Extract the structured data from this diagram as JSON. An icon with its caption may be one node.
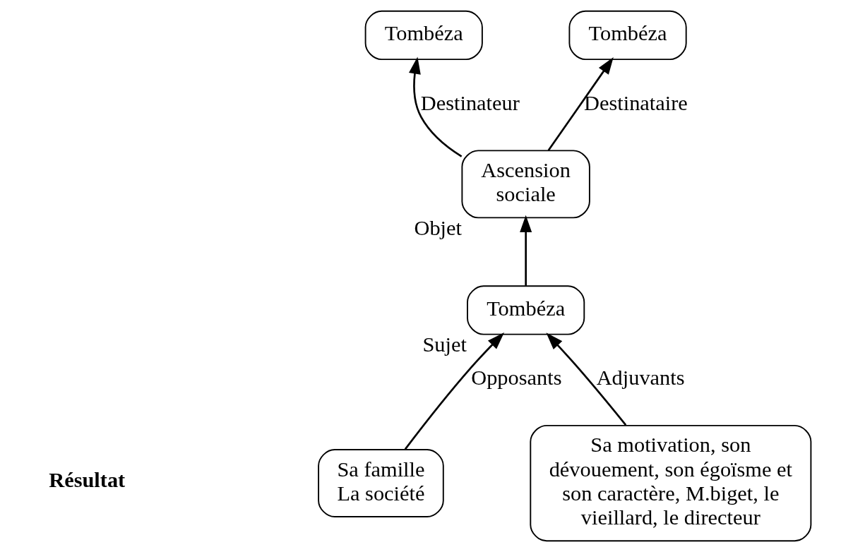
{
  "diagram": {
    "nodes": [
      {
        "text": [
          "Tombéza"
        ]
      },
      {
        "text": [
          "Tombéza"
        ]
      },
      {
        "text": [
          "Ascension sociale"
        ],
        "beside": [
          "Objet"
        ]
      },
      {
        "text": [
          "Tombéza"
        ],
        "beside": [
          "Sujet"
        ]
      },
      {
        "text": [
          "Sa famille La société"
        ]
      },
      {
        "text": [
          "Sa motivation, son dévouement, son égoïsme et son caractère, M.biget, le vieillard, le directeur"
        ]
      }
    ],
    "edges": [
      {
        "from": 2,
        "to": 0,
        "arrow": "to",
        "label": "Destinateur"
      },
      {
        "from": 2,
        "to": 1,
        "arrow": "to",
        "label": "Destinataire"
      },
      {
        "from": 3,
        "to": 2,
        "arrow": "to"
      },
      {
        "from": 4,
        "to": 3,
        "arrow": "to",
        "label": "Opposants"
      },
      {
        "from": 5,
        "to": 3,
        "arrow": "to",
        "label": "Adjuvants"
      }
    ],
    "labels": [
      "Résultat"
    ]
  }
}
